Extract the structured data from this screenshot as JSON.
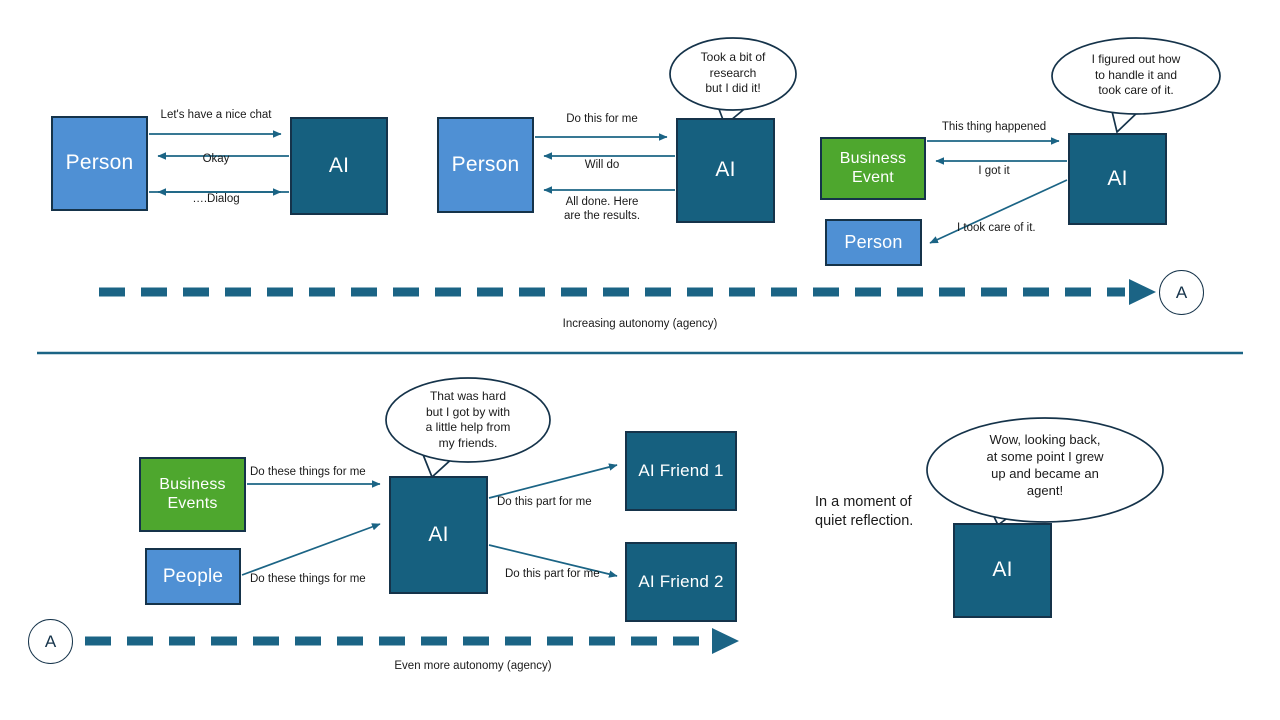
{
  "diagram": {
    "title_sections": {
      "top_caption": "Increasing autonomy (agency)",
      "bottom_caption": "Even more autonomy (agency)"
    },
    "colors": {
      "blue": "#4f90d4",
      "teal": "#16607f",
      "green": "#4ea72e",
      "outline": "#15334a",
      "arrow": "#1b6485"
    },
    "top_row": {
      "scenario_1": {
        "actor_label": "Person",
        "ai_label": "AI",
        "messages": [
          "Let's have a nice chat",
          "Okay",
          "….Dialog"
        ]
      },
      "scenario_2": {
        "actor_label": "Person",
        "ai_label": "AI",
        "messages": [
          "Do this for me",
          "Will do",
          "All done. Here\nare the results."
        ],
        "bubble": "Took a bit of\nresearch\nbut I did it!"
      },
      "scenario_3": {
        "event_label": "Business\nEvent",
        "person_label": "Person",
        "ai_label": "AI",
        "messages": [
          "This thing happened",
          "I got it",
          "I took care of it."
        ],
        "bubble": "I figured out how\nto handle it and\ntook care of it."
      }
    },
    "bottom_row": {
      "scenario_4": {
        "events_label": "Business\nEvents",
        "people_label": "People",
        "ai_label": "AI",
        "friend_1_label": "AI Friend 1",
        "friend_2_label": "AI Friend 2",
        "messages": [
          "Do these things for me",
          "Do these things for me",
          "Do this part for me",
          "Do this part for me"
        ],
        "bubble": "That was hard\nbut I got by with\na little help from\nmy friends."
      },
      "scenario_5": {
        "note": "In a moment of\nquiet reflection.",
        "ai_label": "AI",
        "bubble": "Wow, looking back,\nat some point I grew\nup and became an\nagent!"
      }
    },
    "badges": {
      "top_right": "A",
      "bottom_left": "A"
    }
  }
}
